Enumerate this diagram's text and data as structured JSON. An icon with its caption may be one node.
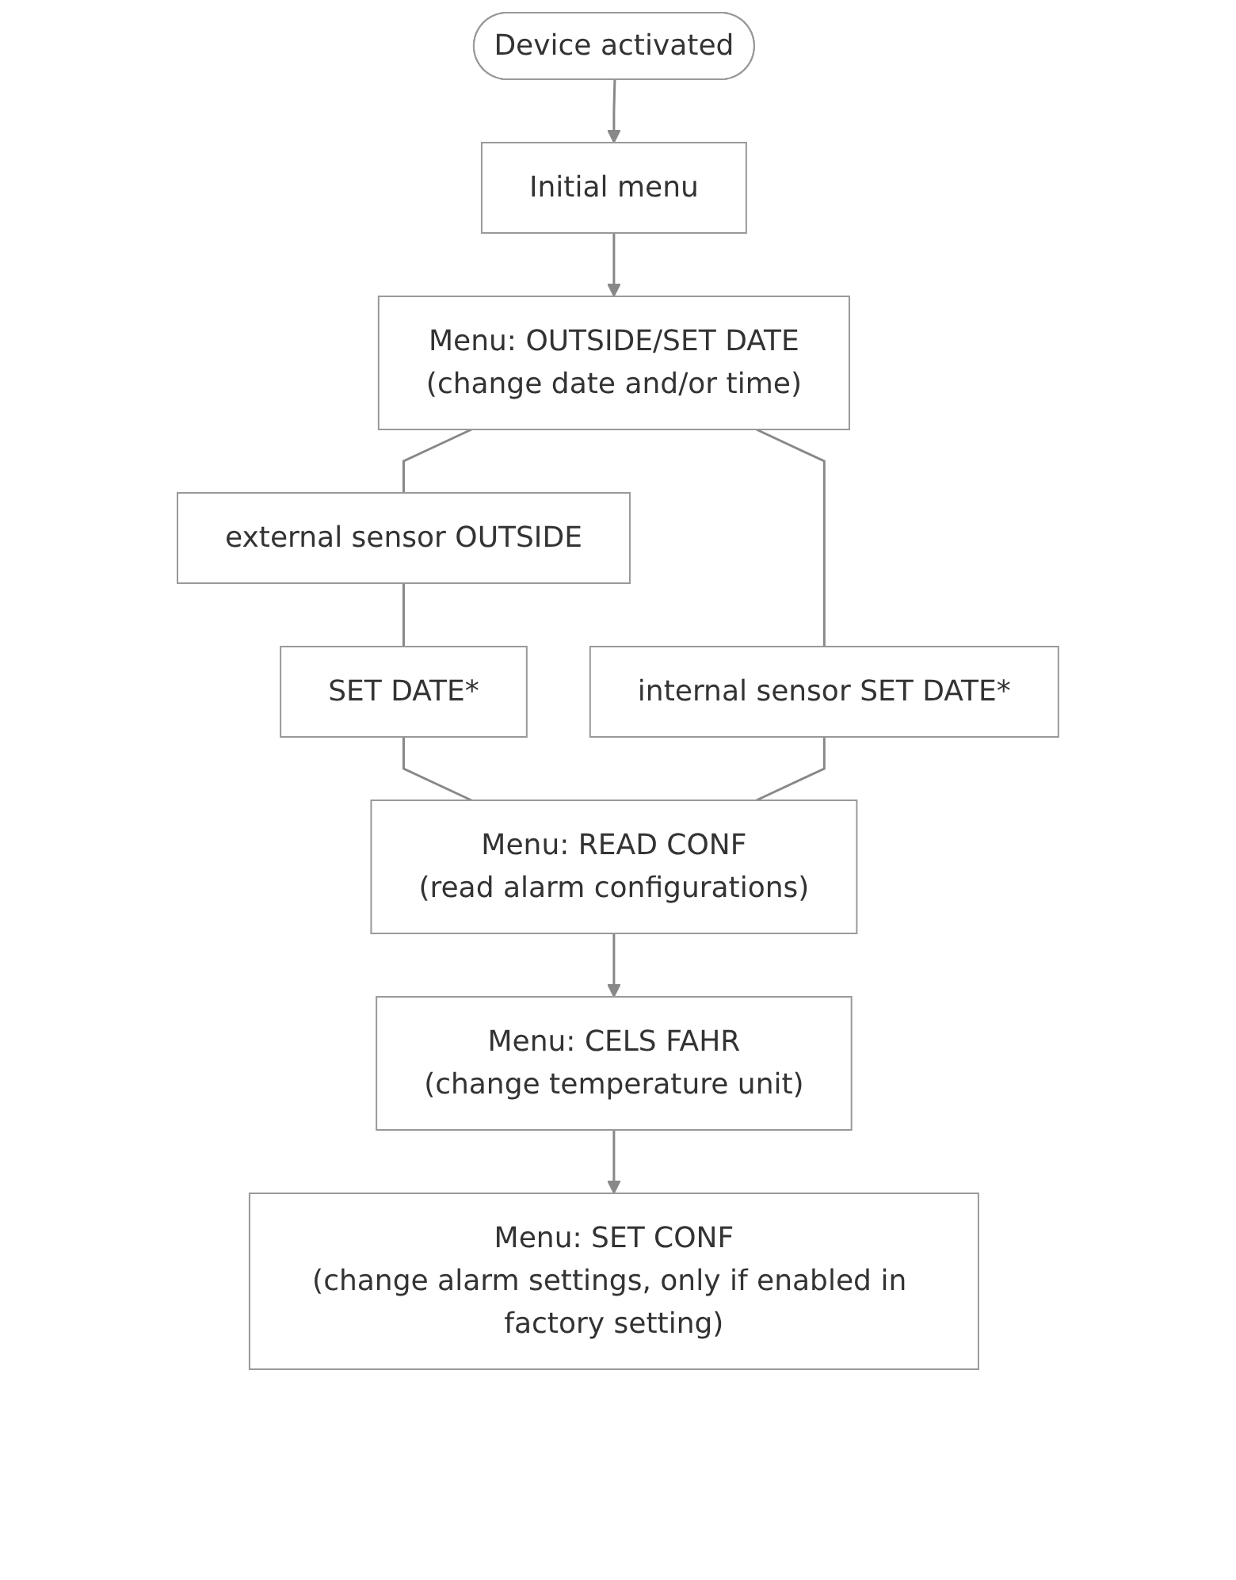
{
  "diagram": {
    "nodes": [
      {
        "text": [
          "Device activated"
        ]
      },
      {
        "text": [
          "Initial menu"
        ]
      },
      {
        "text": [
          "Menu: OUTSIDE/SET DATE",
          "(change date and/or time)"
        ]
      },
      {
        "text": [
          "external sensor OUTSIDE"
        ]
      },
      {
        "text": [
          "SET DATE*"
        ]
      },
      {
        "text": [
          "internal sensor SET DATE*"
        ]
      },
      {
        "text": [
          "Menu: READ CONF",
          "(read alarm configurations)"
        ]
      },
      {
        "text": [
          "Menu: CELS FAHR",
          "(change temperature unit)"
        ]
      },
      {
        "text": [
          "Menu: SET CONF",
          "(change alarm settings, only if enabled in factory setting)"
        ]
      }
    ],
    "edges": [
      {
        "from": 0,
        "to": 1,
        "arrow": "to"
      },
      {
        "from": 1,
        "to": 2,
        "arrow": "to"
      },
      {
        "from": 2,
        "to": 3,
        "arrow": "none"
      },
      {
        "from": 3,
        "to": 4,
        "arrow": "none"
      },
      {
        "from": 2,
        "to": 5,
        "arrow": "none"
      },
      {
        "from": 4,
        "to": 6,
        "arrow": "none"
      },
      {
        "from": 5,
        "to": 6,
        "arrow": "none"
      },
      {
        "from": 6,
        "to": 7,
        "arrow": "to"
      },
      {
        "from": 7,
        "to": 8,
        "arrow": "to"
      }
    ]
  }
}
